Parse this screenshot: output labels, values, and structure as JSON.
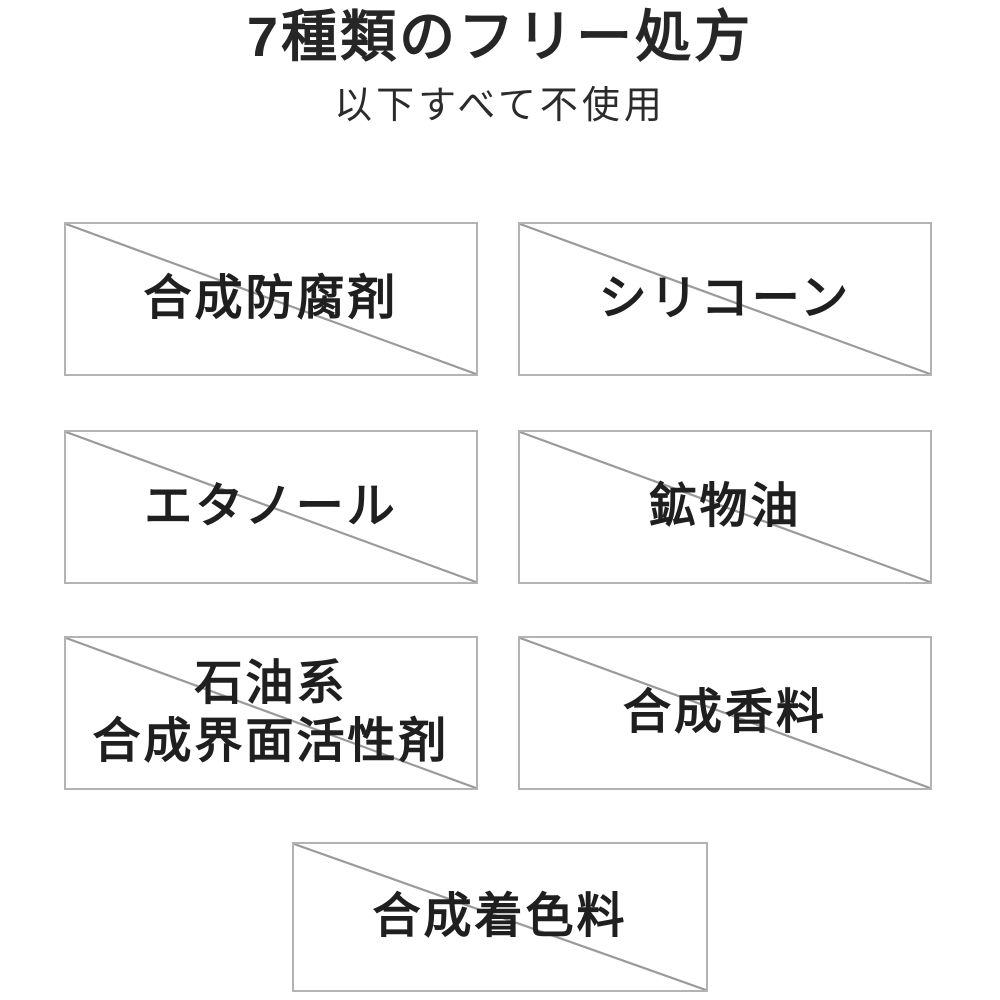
{
  "header": {
    "title": "7種類のフリー処方",
    "subtitle": "以下すべて不使用"
  },
  "colors": {
    "background": "#ffffff",
    "text": "#231f20",
    "box_border": "#b3b3b3",
    "slash_line": "#9a9a9a"
  },
  "free_items": [
    {
      "id": "synthetic-preservative",
      "label": "合成防腐剤",
      "label_line2": ""
    },
    {
      "id": "silicone",
      "label": "シリコーン",
      "label_line2": ""
    },
    {
      "id": "ethanol",
      "label": "エタノール",
      "label_line2": ""
    },
    {
      "id": "mineral-oil",
      "label": "鉱物油",
      "label_line2": ""
    },
    {
      "id": "petroleum-surfactant",
      "label": "石油系",
      "label_line2": "合成界面活性剤"
    },
    {
      "id": "synthetic-fragrance",
      "label": "合成香料",
      "label_line2": ""
    },
    {
      "id": "synthetic-colorant",
      "label": "合成着色料",
      "label_line2": ""
    }
  ],
  "counts": {
    "total_free_items": 7
  }
}
